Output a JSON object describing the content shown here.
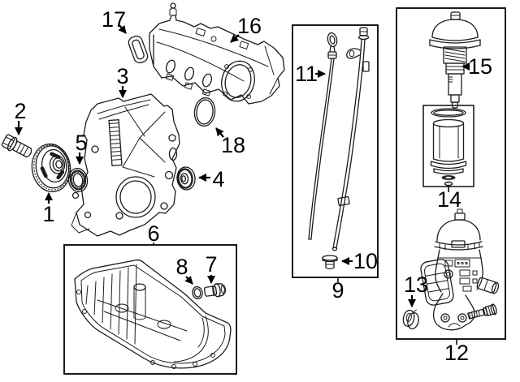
{
  "figure_type": "exploded-engine-parts-diagram",
  "colors": {
    "background": "#ffffff",
    "line_art": "#1c1c1c",
    "labels": "#000000",
    "group_box_border": "#000000"
  },
  "callouts": {
    "n1": "1",
    "n2": "2",
    "n3": "3",
    "n4": "4",
    "n5": "5",
    "n6": "6",
    "n7": "7",
    "n8": "8",
    "n9": "9",
    "n10": "10",
    "n11": "11",
    "n12": "12",
    "n13": "13",
    "n14": "14",
    "n15": "15",
    "n16": "16",
    "n17": "17",
    "n18": "18"
  }
}
